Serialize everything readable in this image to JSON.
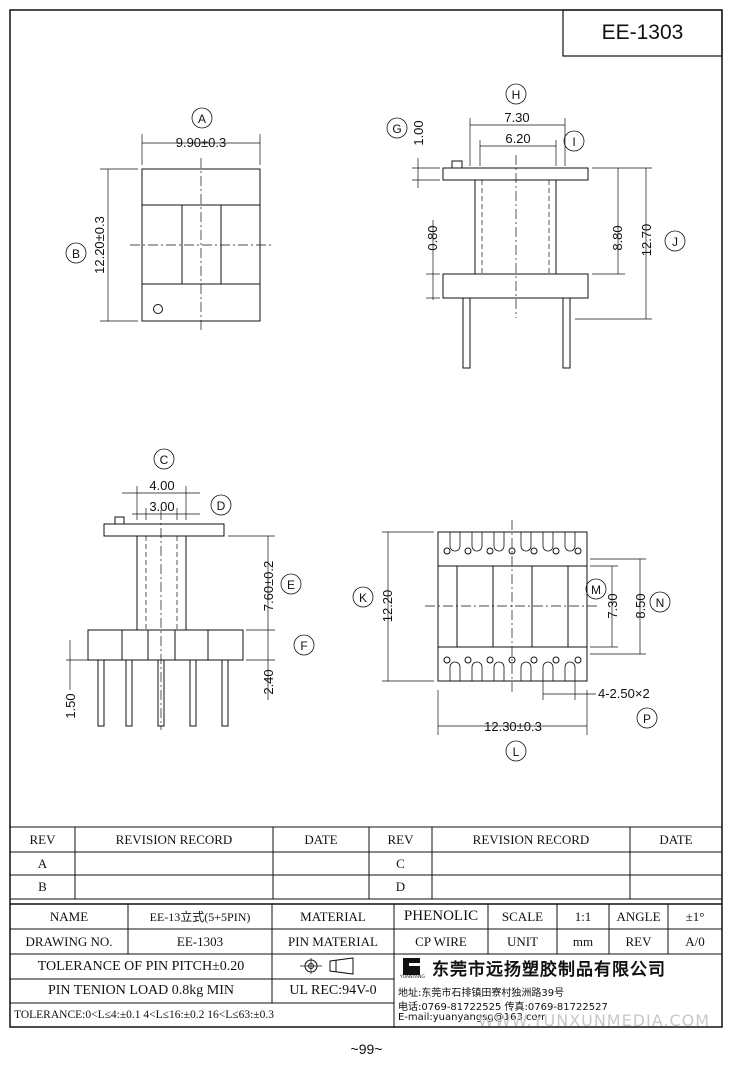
{
  "drawing_id": "EE-1303",
  "page_number": "~99~",
  "views": {
    "top": {
      "callout_a": "A",
      "width": "9.90±0.3",
      "callout_b": "B",
      "height": "12.20±0.3"
    },
    "side": {
      "callout_g": "G",
      "flange_thk": "1.00",
      "callout_h": "H",
      "outer_w": "7.30",
      "callout_i": "I",
      "inner_w": "6.20",
      "gap": "0.80",
      "inner_h": "8.80",
      "total_h": "12.70",
      "callout_j": "J"
    },
    "front": {
      "callout_c": "C",
      "outer": "4.00",
      "callout_d": "D",
      "inner": "3.00",
      "height": "7.60±0.2",
      "callout_e": "E",
      "base": "2.40",
      "callout_f": "F",
      "pin": "1.50"
    },
    "bottom": {
      "callout_k": "K",
      "height": "12.20",
      "callout_m": "M",
      "m_val": "7.30",
      "n_val": "8.50",
      "callout_n": "N",
      "slots": "4-2.50×2",
      "callout_p": "P",
      "width": "12.30±0.3",
      "callout_l": "L"
    }
  },
  "revision_table": {
    "headers": [
      "REV",
      "REVISION RECORD",
      "DATE",
      "REV",
      "REVISION RECORD",
      "DATE"
    ],
    "rows": [
      [
        "A",
        "",
        "",
        "C",
        "",
        ""
      ],
      [
        "B",
        "",
        "",
        "D",
        "",
        ""
      ]
    ]
  },
  "title_block": {
    "name_label": "NAME",
    "name_value": "EE-13立式(5+5PIN)",
    "material_label": "MATERIAL",
    "material_value": "PHENOLIC",
    "scale_label": "SCALE",
    "scale_value": "1:1",
    "angle_label": "ANGLE",
    "angle_value": "±1°",
    "drawing_no_label": "DRAWING NO.",
    "drawing_no_value": "EE-1303",
    "pin_material_label": "PIN MATERIAL",
    "pin_material_value": "CP WIRE",
    "unit_label": "UNIT",
    "unit_value": "mm",
    "rev_label": "REV",
    "rev_value": "A/0",
    "tol_pitch": "TOLERANCE OF PIN PITCH±0.20",
    "pin_load": "PIN TENION LOAD 0.8kg MIN",
    "ul": "UL REC:94V-0",
    "tolerance": "TOLERANCE:0<L≤4:±0.1  4<L≤16:±0.2  16<L≤63:±0.3",
    "company_name": "东莞市远扬塑胶制品有限公司",
    "logo_text": "YUANYANG",
    "address": "地址:东莞市石排镇田寮村独洲路39号",
    "phone": "电话:0769-81722525    传真:0769-81722527",
    "email": "E-mail:yuanyangsg@163.com",
    "watermark": "WWW.YUNXUNMEDIA.COM"
  }
}
